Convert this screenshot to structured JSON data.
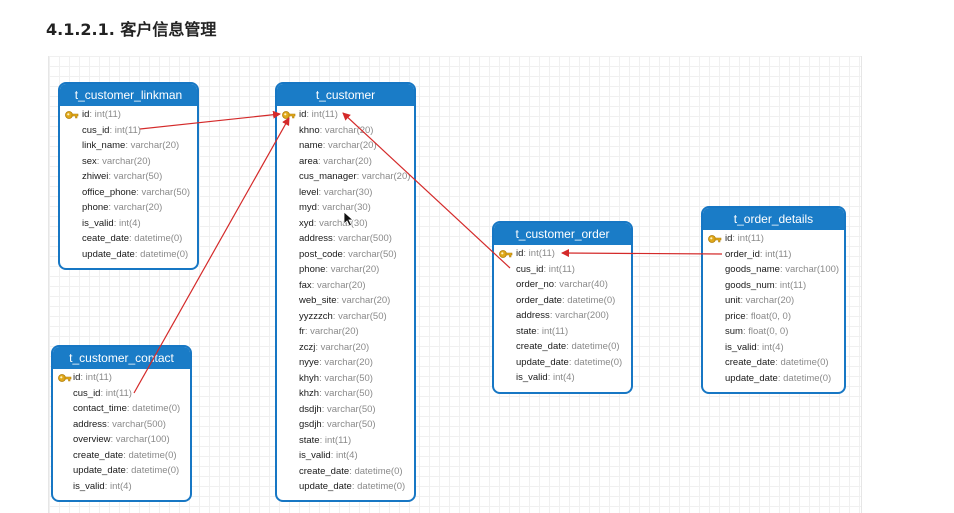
{
  "heading": "4.1.2.1. 客户信息管理",
  "colors": {
    "header": "#1a7cc7",
    "border": "#1777c4",
    "relation": "#d42a2a"
  },
  "entities": {
    "linkman": {
      "title": "t_customer_linkman",
      "fields": [
        {
          "name": "id",
          "type": ": int(11)",
          "pk": true
        },
        {
          "name": "cus_id",
          "type": ": int(11)"
        },
        {
          "name": "link_name",
          "type": ": varchar(20)"
        },
        {
          "name": "sex",
          "type": ": varchar(20)"
        },
        {
          "name": "zhiwei",
          "type": ": varchar(50)"
        },
        {
          "name": "office_phone",
          "type": ": varchar(50)"
        },
        {
          "name": "phone",
          "type": ": varchar(20)"
        },
        {
          "name": "is_valid",
          "type": ": int(4)"
        },
        {
          "name": "ceate_date",
          "type": ": datetime(0)"
        },
        {
          "name": "update_date",
          "type": ": datetime(0)"
        }
      ]
    },
    "contact": {
      "title": "t_customer_contact",
      "fields": [
        {
          "name": "id",
          "type": ": int(11)",
          "pk": true
        },
        {
          "name": "cus_id",
          "type": ": int(11)"
        },
        {
          "name": "contact_time",
          "type": ": datetime(0)"
        },
        {
          "name": "address",
          "type": ": varchar(500)"
        },
        {
          "name": "overview",
          "type": ": varchar(100)"
        },
        {
          "name": "create_date",
          "type": ": datetime(0)"
        },
        {
          "name": "update_date",
          "type": ": datetime(0)"
        },
        {
          "name": "is_valid",
          "type": ": int(4)"
        }
      ]
    },
    "customer": {
      "title": "t_customer",
      "fields": [
        {
          "name": "id",
          "type": ": int(11)",
          "pk": true
        },
        {
          "name": "khno",
          "type": ": varchar(20)"
        },
        {
          "name": "name",
          "type": ": varchar(20)"
        },
        {
          "name": "area",
          "type": ": varchar(20)"
        },
        {
          "name": "cus_manager",
          "type": ": varchar(20)"
        },
        {
          "name": "level",
          "type": ": varchar(30)"
        },
        {
          "name": "myd",
          "type": ": varchar(30)"
        },
        {
          "name": "xyd",
          "type": ": varchar(30)"
        },
        {
          "name": "address",
          "type": ": varchar(500)"
        },
        {
          "name": "post_code",
          "type": ": varchar(50)"
        },
        {
          "name": "phone",
          "type": ": varchar(20)"
        },
        {
          "name": "fax",
          "type": ": varchar(20)"
        },
        {
          "name": "web_site",
          "type": ": varchar(20)"
        },
        {
          "name": "yyzzzch",
          "type": ": varchar(50)"
        },
        {
          "name": "fr",
          "type": ": varchar(20)"
        },
        {
          "name": "zczj",
          "type": ": varchar(20)"
        },
        {
          "name": "nyye",
          "type": ": varchar(20)"
        },
        {
          "name": "khyh",
          "type": ": varchar(50)"
        },
        {
          "name": "khzh",
          "type": ": varchar(50)"
        },
        {
          "name": "dsdjh",
          "type": ": varchar(50)"
        },
        {
          "name": "gsdjh",
          "type": ": varchar(50)"
        },
        {
          "name": "state",
          "type": ": int(11)"
        },
        {
          "name": "is_valid",
          "type": ": int(4)"
        },
        {
          "name": "create_date",
          "type": ": datetime(0)"
        },
        {
          "name": "update_date",
          "type": ": datetime(0)"
        }
      ]
    },
    "order": {
      "title": "t_customer_order",
      "fields": [
        {
          "name": "id",
          "type": ": int(11)",
          "pk": true
        },
        {
          "name": "cus_id",
          "type": ": int(11)"
        },
        {
          "name": "order_no",
          "type": ": varchar(40)"
        },
        {
          "name": "order_date",
          "type": ": datetime(0)"
        },
        {
          "name": "address",
          "type": ": varchar(200)"
        },
        {
          "name": "state",
          "type": ": int(11)"
        },
        {
          "name": "create_date",
          "type": ": datetime(0)"
        },
        {
          "name": "update_date",
          "type": ": datetime(0)"
        },
        {
          "name": "is_valid",
          "type": ": int(4)"
        }
      ]
    },
    "details": {
      "title": "t_order_details",
      "fields": [
        {
          "name": "id",
          "type": ": int(11)",
          "pk": true
        },
        {
          "name": "order_id",
          "type": ": int(11)"
        },
        {
          "name": "goods_name",
          "type": ": varchar(100)"
        },
        {
          "name": "goods_num",
          "type": ": int(11)"
        },
        {
          "name": "unit",
          "type": ": varchar(20)"
        },
        {
          "name": "price",
          "type": ": float(0, 0)"
        },
        {
          "name": "sum",
          "type": ": float(0, 0)"
        },
        {
          "name": "is_valid",
          "type": ": int(4)"
        },
        {
          "name": "create_date",
          "type": ": datetime(0)"
        },
        {
          "name": "update_date",
          "type": ": datetime(0)"
        }
      ]
    }
  }
}
